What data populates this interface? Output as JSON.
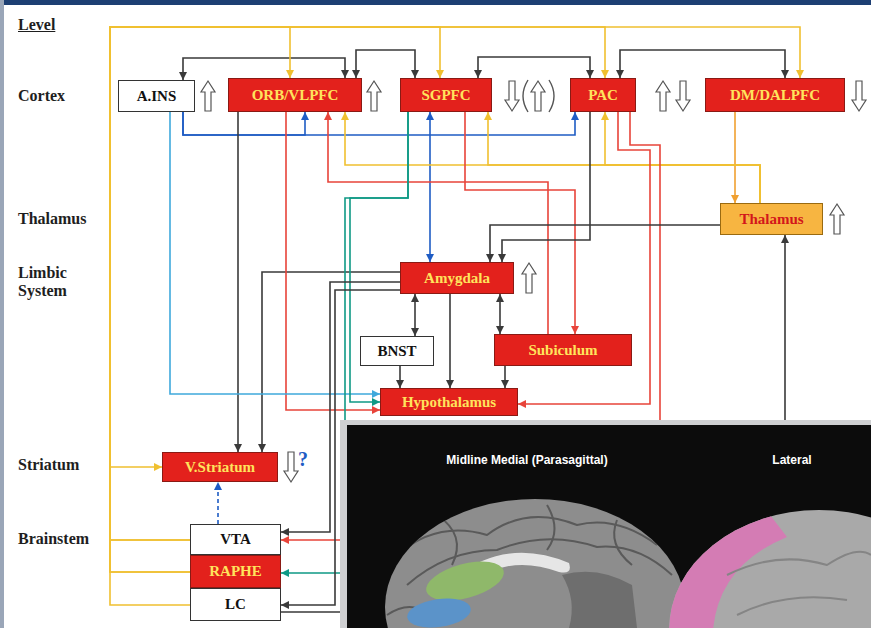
{
  "diagram": {
    "nodes": [
      {
        "text": [
          "A.INS"
        ]
      },
      {
        "text": [
          "ORB/VLPFC"
        ]
      },
      {
        "text": [
          "SGPFC"
        ]
      },
      {
        "text": [
          "PAC"
        ]
      },
      {
        "text": [
          "DM/DALPFC"
        ]
      },
      {
        "text": [
          "Thalamus"
        ]
      },
      {
        "text": [
          "Amygdala"
        ]
      },
      {
        "text": [
          "BNST"
        ]
      },
      {
        "text": [
          "Subiculum"
        ]
      },
      {
        "text": [
          "Hypothalamus"
        ]
      },
      {
        "text": [
          "V.Striatum"
        ]
      },
      {
        "text": [
          "VTA"
        ]
      },
      {
        "text": [
          "RAPHE"
        ]
      },
      {
        "text": [
          "LC"
        ]
      },
      {
        "text": [
          "Midline Medial (Parasagittal)",
          "Lateral"
        ]
      }
    ],
    "edges": [
      {
        "from": 0,
        "to": 1,
        "arrow": "both"
      },
      {
        "from": 1,
        "to": 2,
        "arrow": "both"
      },
      {
        "from": 2,
        "to": 3,
        "arrow": "both"
      },
      {
        "from": 3,
        "to": 4,
        "arrow": "both"
      },
      {
        "from": 11,
        "to": 1,
        "arrow": "to"
      },
      {
        "from": 11,
        "to": 10,
        "arrow": "to"
      },
      {
        "from": 12,
        "to": 2,
        "arrow": "to"
      },
      {
        "from": 12,
        "to": 3,
        "arrow": "to"
      },
      {
        "from": 13,
        "to": 4,
        "arrow": "to"
      },
      {
        "from": 0,
        "to": 1,
        "arrow": "to"
      },
      {
        "from": 0,
        "to": 3,
        "arrow": "to"
      },
      {
        "from": 2,
        "to": 6,
        "arrow": "both"
      },
      {
        "from": 4,
        "to": 5,
        "arrow": "to"
      },
      {
        "from": 5,
        "to": 1,
        "arrow": "to"
      },
      {
        "from": 5,
        "to": 2,
        "arrow": "to"
      },
      {
        "from": 5,
        "to": 3,
        "arrow": "to"
      },
      {
        "from": 1,
        "to": 10,
        "arrow": "to"
      },
      {
        "from": 6,
        "to": 10,
        "arrow": "to"
      },
      {
        "from": 6,
        "to": 7,
        "arrow": "both"
      },
      {
        "from": 6,
        "to": 8,
        "arrow": "both"
      },
      {
        "from": 7,
        "to": 9,
        "arrow": "to"
      },
      {
        "from": 6,
        "to": 9,
        "arrow": "to"
      },
      {
        "from": 8,
        "to": 9,
        "arrow": "to"
      },
      {
        "from": 2,
        "to": 8,
        "arrow": "to"
      },
      {
        "from": 8,
        "to": 1,
        "arrow": "to"
      },
      {
        "from": 1,
        "to": 9,
        "arrow": "to"
      },
      {
        "from": 3,
        "to": 9,
        "arrow": "to"
      },
      {
        "from": 0,
        "to": 9,
        "arrow": "to"
      },
      {
        "from": 2,
        "to": 9,
        "arrow": "to"
      },
      {
        "from": 2,
        "to": 12,
        "arrow": "to"
      },
      {
        "from": 6,
        "to": 11,
        "arrow": "to"
      },
      {
        "from": 3,
        "to": 11,
        "arrow": "to"
      },
      {
        "from": 6,
        "to": 13,
        "arrow": "to"
      },
      {
        "from": 5,
        "to": 6,
        "arrow": "to"
      },
      {
        "from": 3,
        "to": 6,
        "arrow": "to"
      },
      {
        "from": 11,
        "to": 10,
        "arrow": "to"
      },
      {
        "from": 13,
        "to": 5,
        "arrow": "to"
      }
    ],
    "labels": [
      "Level",
      "Cortex",
      "Thalamus",
      "Limbic System",
      "Striatum",
      "Brainstem",
      "?"
    ]
  }
}
